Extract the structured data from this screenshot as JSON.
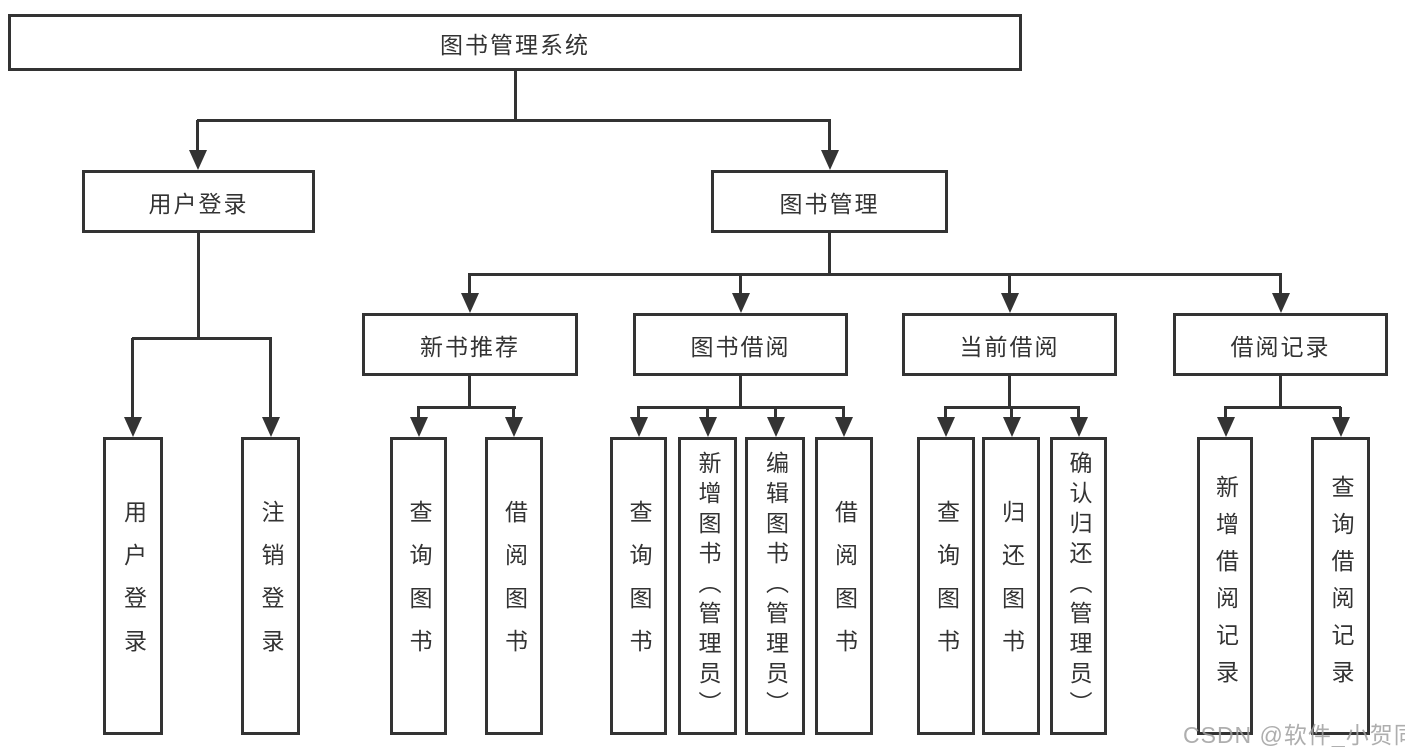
{
  "diagram": {
    "root": {
      "label": "图书管理系统"
    },
    "level2": [
      {
        "label": "用户登录"
      },
      {
        "label": "图书管理"
      }
    ],
    "level3": [
      {
        "label": "新书推荐"
      },
      {
        "label": "图书借阅"
      },
      {
        "label": "当前借阅"
      },
      {
        "label": "借阅记录"
      }
    ],
    "leaves": {
      "user_login": [
        "用户登录",
        "注销登录"
      ],
      "new_book": [
        "查询图书",
        "借阅图书"
      ],
      "book_borrow": [
        "查询图书",
        "新增图书（管理员）",
        "编辑图书（管理员）",
        "借阅图书"
      ],
      "current_borrow": [
        "查询图书",
        "归还图书",
        "确认归还（管理员）"
      ],
      "borrow_record": [
        "新增借阅记录",
        "查询借阅记录"
      ]
    }
  },
  "watermark": {
    "text": "CSDN @软件_小贺同学"
  },
  "colors": {
    "line": "#333333",
    "text": "#333333",
    "background": "#ffffff",
    "watermark": "#a0a0a0"
  }
}
